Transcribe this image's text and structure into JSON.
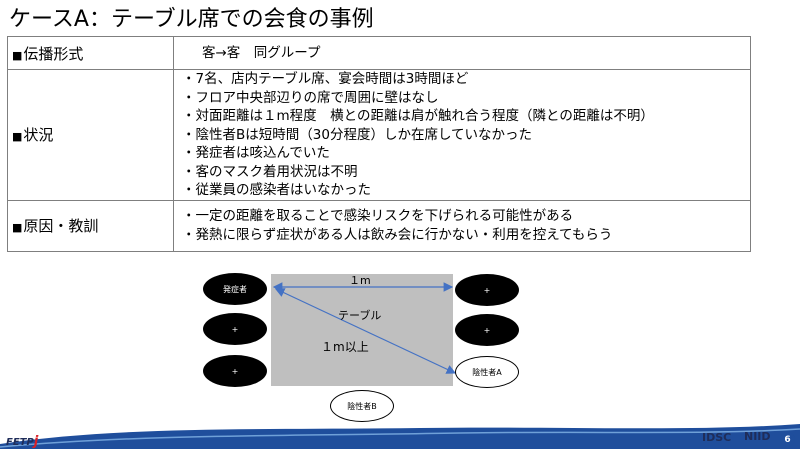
{
  "title": "ケースA：テーブル席での会食の事例",
  "rows": [
    {
      "heading": "伝播形式",
      "text": "客→客　同グループ"
    },
    {
      "heading": "状況",
      "items": [
        "7名、店内テーブル席、宴会時間は3時間ほど",
        "フロア中央部辺りの席で周囲に壁はなし",
        "対面距離は１m程度　横との距離は肩が触れ合う程度（隣との距離は不明）",
        "陰性者Bは短時間（30分程度）しか在席していなかった",
        "発症者は咳込んでいた",
        "客のマスク着用状況は不明",
        "従業員の感染者はいなかった"
      ]
    },
    {
      "heading": "原因・教訓",
      "items": [
        "一定の距離を取ることで感染リスクを下げられる可能性がある",
        "発熱に限らず症状がある人は飲み会に行かない・利用を控えてもらう"
      ]
    }
  ],
  "heading_marker": "■",
  "diagram": {
    "table_label": "テーブル",
    "width_label": "１m",
    "diagonal_label": "１m以上",
    "patient_label": "発症者",
    "plus_label": "+",
    "negative_a_label": "陰性者A",
    "negative_b_label": "陰性者B"
  },
  "footer": {
    "fetp_text": "FETP",
    "fetp_j": "j",
    "idsc_text": "IDSC",
    "niid_text": "NIID",
    "page_number": "6"
  },
  "colors": {
    "arrow": "#4472c4",
    "table_fill": "#bfbfbf",
    "footer_blue": "#1f4e9c"
  }
}
